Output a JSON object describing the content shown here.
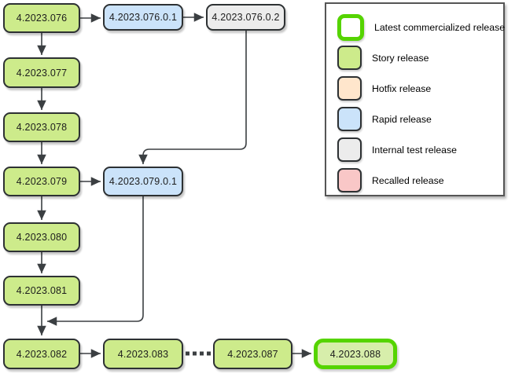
{
  "palette": {
    "story-fill": "#cdeb8b",
    "rapid-fill": "#cbe3fa",
    "internal-fill": "#ececec",
    "hotfix-fill": "#ffe6cc",
    "recalled-fill": "#f9c7c7",
    "latest-fill": "#d7eeab",
    "latest-border": "#55d400",
    "node-stroke": "#2d3133",
    "edge-color": "#3b3f42",
    "legend-border": "#555555"
  },
  "diagram": {
    "nodes": [
      {
        "id": "4.2023.076",
        "label": "4.2023.076",
        "type": "story"
      },
      {
        "id": "4.2023.076.0.1",
        "label": "4.2023.076.0.1",
        "type": "rapid"
      },
      {
        "id": "4.2023.076.0.2",
        "label": "4.2023.076.0.2",
        "type": "internal"
      },
      {
        "id": "4.2023.077",
        "label": "4.2023.077",
        "type": "story"
      },
      {
        "id": "4.2023.078",
        "label": "4.2023.078",
        "type": "story"
      },
      {
        "id": "4.2023.079",
        "label": "4.2023.079",
        "type": "story"
      },
      {
        "id": "4.2023.079.0.1",
        "label": "4.2023.079.0.1",
        "type": "rapid"
      },
      {
        "id": "4.2023.080",
        "label": "4.2023.080",
        "type": "story"
      },
      {
        "id": "4.2023.081",
        "label": "4.2023.081",
        "type": "story"
      },
      {
        "id": "4.2023.082",
        "label": "4.2023.082",
        "type": "story"
      },
      {
        "id": "4.2023.083",
        "label": "4.2023.083",
        "type": "story"
      },
      {
        "id": "4.2023.087",
        "label": "4.2023.087",
        "type": "story"
      },
      {
        "id": "4.2023.088",
        "label": "4.2023.088",
        "type": "latest"
      }
    ],
    "edges": [
      {
        "from": "4.2023.076",
        "to": "4.2023.076.0.1",
        "style": "solid-arrow"
      },
      {
        "from": "4.2023.076.0.1",
        "to": "4.2023.076.0.2",
        "style": "solid-arrow"
      },
      {
        "from": "4.2023.076",
        "to": "4.2023.077",
        "style": "solid-arrow"
      },
      {
        "from": "4.2023.077",
        "to": "4.2023.078",
        "style": "solid-arrow"
      },
      {
        "from": "4.2023.078",
        "to": "4.2023.079",
        "style": "solid-arrow"
      },
      {
        "from": "4.2023.076.0.2",
        "to": "4.2023.079.0.1",
        "style": "solid-arrow"
      },
      {
        "from": "4.2023.079",
        "to": "4.2023.079.0.1",
        "style": "solid-arrow"
      },
      {
        "from": "4.2023.079",
        "to": "4.2023.080",
        "style": "solid-arrow"
      },
      {
        "from": "4.2023.080",
        "to": "4.2023.081",
        "style": "solid-arrow"
      },
      {
        "from": "4.2023.081",
        "to": "4.2023.082",
        "style": "solid-arrow"
      },
      {
        "from": "4.2023.079.0.1",
        "to": "4.2023.082",
        "style": "solid-arrow"
      },
      {
        "from": "4.2023.082",
        "to": "4.2023.083",
        "style": "solid-arrow"
      },
      {
        "from": "4.2023.083",
        "to": "4.2023.087",
        "style": "dashed"
      },
      {
        "from": "4.2023.087",
        "to": "4.2023.088",
        "style": "solid-arrow"
      }
    ]
  },
  "legend": {
    "items": [
      {
        "type": "latest",
        "label": "Latest commercialized release"
      },
      {
        "type": "story",
        "label": "Story release"
      },
      {
        "type": "hotfix",
        "label": "Hotfix release"
      },
      {
        "type": "rapid",
        "label": "Rapid release"
      },
      {
        "type": "internal",
        "label": "Internal test release"
      },
      {
        "type": "recalled",
        "label": "Recalled release"
      }
    ]
  }
}
